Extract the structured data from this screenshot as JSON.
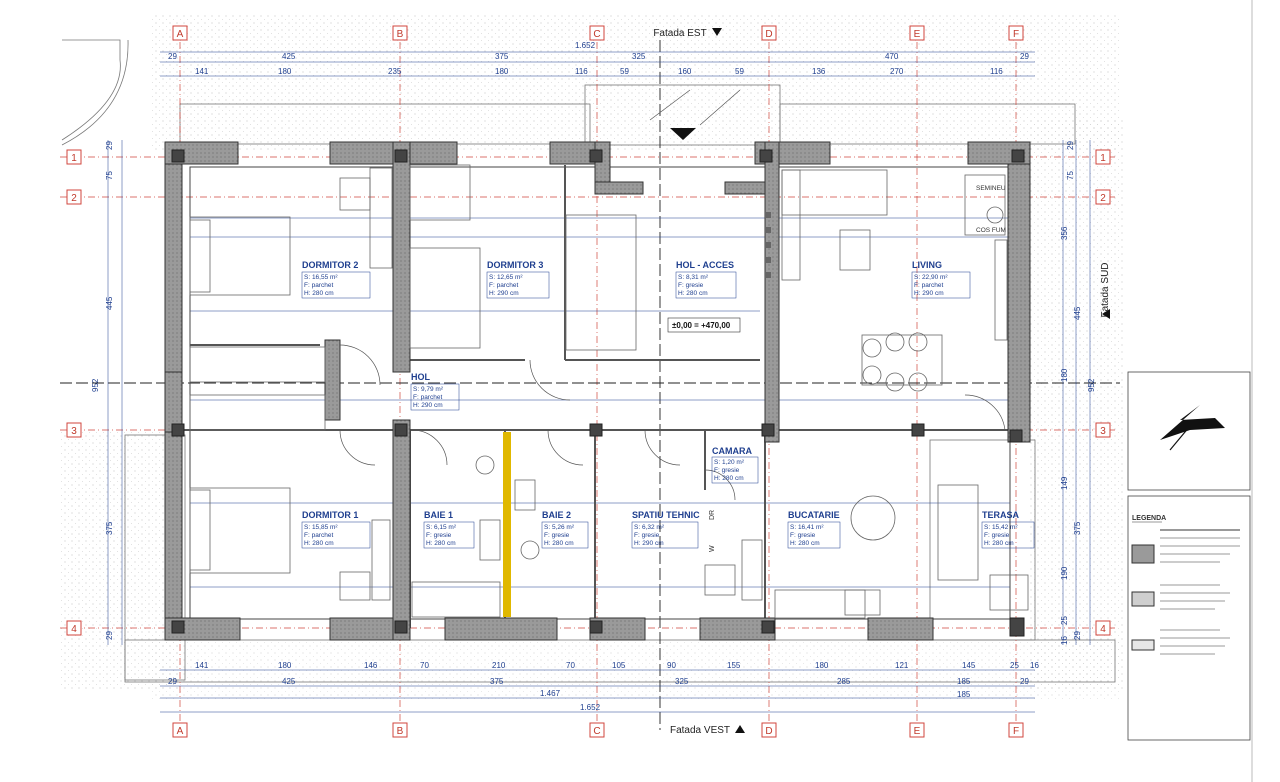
{
  "facades": {
    "est": "Fatada EST",
    "vest": "Fatada VEST",
    "sud": "Fatada SUD"
  },
  "axes_letters": [
    "A",
    "B",
    "C",
    "D",
    "E",
    "F"
  ],
  "axes_numbers": [
    "1",
    "2",
    "3",
    "4"
  ],
  "dims": {
    "top_total": "1.652",
    "top_row1": [
      "29",
      "425",
      "375",
      "325",
      "470",
      "29"
    ],
    "top_row2": [
      "141",
      "180",
      "235",
      "180",
      "116",
      "59",
      "160",
      "59",
      "136",
      "270",
      "116"
    ],
    "bottom_row1": [
      "141",
      "180",
      "146",
      "70",
      "210",
      "70",
      "105",
      "90",
      "155",
      "180",
      "121",
      "145",
      "25",
      "16"
    ],
    "bottom_row2": [
      "29",
      "425",
      "375",
      "325",
      "285",
      "185",
      "29"
    ],
    "bottom_row3": "185",
    "bottom_total1": "1.467",
    "bottom_total2": "1.652",
    "left": [
      "29",
      "75",
      "445",
      "952",
      "375",
      "29"
    ],
    "right": [
      "29",
      "75",
      "356",
      "445",
      "180",
      "952",
      "149",
      "375",
      "190",
      "25",
      "16",
      "29"
    ]
  },
  "rooms": [
    {
      "name": "DORMITOR 2",
      "s": "S: 16,55 m²",
      "f": "F: parchet",
      "h": "H: 280 cm"
    },
    {
      "name": "DORMITOR 3",
      "s": "S: 12,65 m²",
      "f": "F: parchet",
      "h": "H: 290 cm"
    },
    {
      "name": "HOL - ACCES",
      "s": "S: 8,31 m²",
      "f": "F: gresie",
      "h": "H: 280 cm"
    },
    {
      "name": "LIVING",
      "s": "S: 22,90 m²",
      "f": "F: parchet",
      "h": "H: 290 cm"
    },
    {
      "name": "HOL",
      "s": "S: 9,79 m²",
      "f": "F: parchet",
      "h": "H: 290 cm"
    },
    {
      "name": "CAMARA",
      "s": "S: 1,20 m²",
      "f": "F: gresie",
      "h": "H: 280 cm"
    },
    {
      "name": "DORMITOR 1",
      "s": "S: 15,85 m²",
      "f": "F: parchet",
      "h": "H: 280 cm"
    },
    {
      "name": "BAIE 1",
      "s": "S: 6,15 m²",
      "f": "F: gresie",
      "h": "H: 280 cm"
    },
    {
      "name": "BAIE 2",
      "s": "S: 5,26 m²",
      "f": "F: gresie",
      "h": "H: 280 cm"
    },
    {
      "name": "SPATIU TEHNIC",
      "s": "S: 6,32 m²",
      "f": "F: gresie",
      "h": "H: 290 cm"
    },
    {
      "name": "BUCATARIE",
      "s": "S: 16,41 m²",
      "f": "F: gresie",
      "h": "H: 280 cm"
    },
    {
      "name": "TERASA",
      "s": "S: 15,42 m²",
      "f": "F: gresie",
      "h": "H: 280 cm"
    }
  ],
  "level": "±0,00 = +470,00",
  "labels": {
    "semineu": "SEMINEU",
    "cos_fum": "COS FUM",
    "dr": "DR",
    "w": "W"
  },
  "legend": {
    "title": "LEGENDA"
  },
  "colors": {
    "wall": "#8c8c8c",
    "wall_dark": "#4a4a4a",
    "axis": "#d0463c",
    "dim": "#1f3f8f",
    "insulation": "#e0b800"
  }
}
